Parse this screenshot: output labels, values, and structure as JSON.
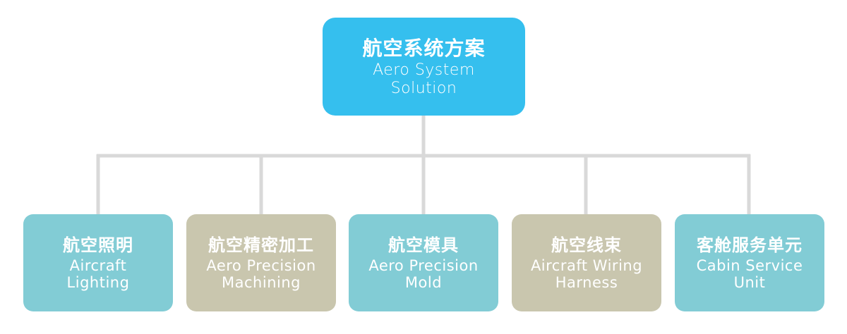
{
  "colors": {
    "root": "#35bfee",
    "teal": "#82ccd5",
    "tan": "#c9c6ae",
    "connector": "#d9d9d9",
    "text": "#ffffff"
  },
  "root": {
    "zh": "航空系统方案",
    "en": "Aero System\nSolution"
  },
  "children": [
    {
      "zh": "航空照明",
      "en": "Aircraft\nLighting",
      "color": "teal"
    },
    {
      "zh": "航空精密加工",
      "en": "Aero  Precision\nMachining",
      "color": "tan"
    },
    {
      "zh": "航空模具",
      "en": "Aero Precision\nMold",
      "color": "teal"
    },
    {
      "zh": "航空线束",
      "en": "Aircraft Wiring\nHarness",
      "color": "tan"
    },
    {
      "zh": "客舱服务单元",
      "en": "Cabin Service\nUnit",
      "color": "teal"
    }
  ]
}
